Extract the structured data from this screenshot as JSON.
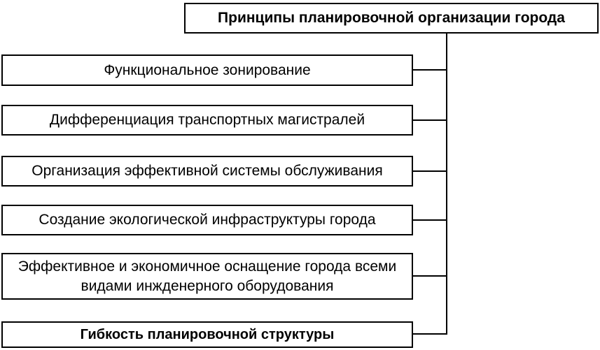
{
  "diagram": {
    "title": "Принципы планировочной организации города",
    "principles": [
      {
        "label": "Функциональное зонирование"
      },
      {
        "label": "Дифференциация транспортных магистралей"
      },
      {
        "label": "Организация эффективной системы обслуживания"
      },
      {
        "label": "Создание экологической инфраструктуры города"
      },
      {
        "label": "Эффективное и экономичное оснащение города всеми видами инжденерного оборудования"
      },
      {
        "label": "Гибкость планировочной структуры"
      }
    ],
    "colors": {
      "border": "#000000",
      "background": "#ffffff",
      "text": "#000000"
    }
  }
}
